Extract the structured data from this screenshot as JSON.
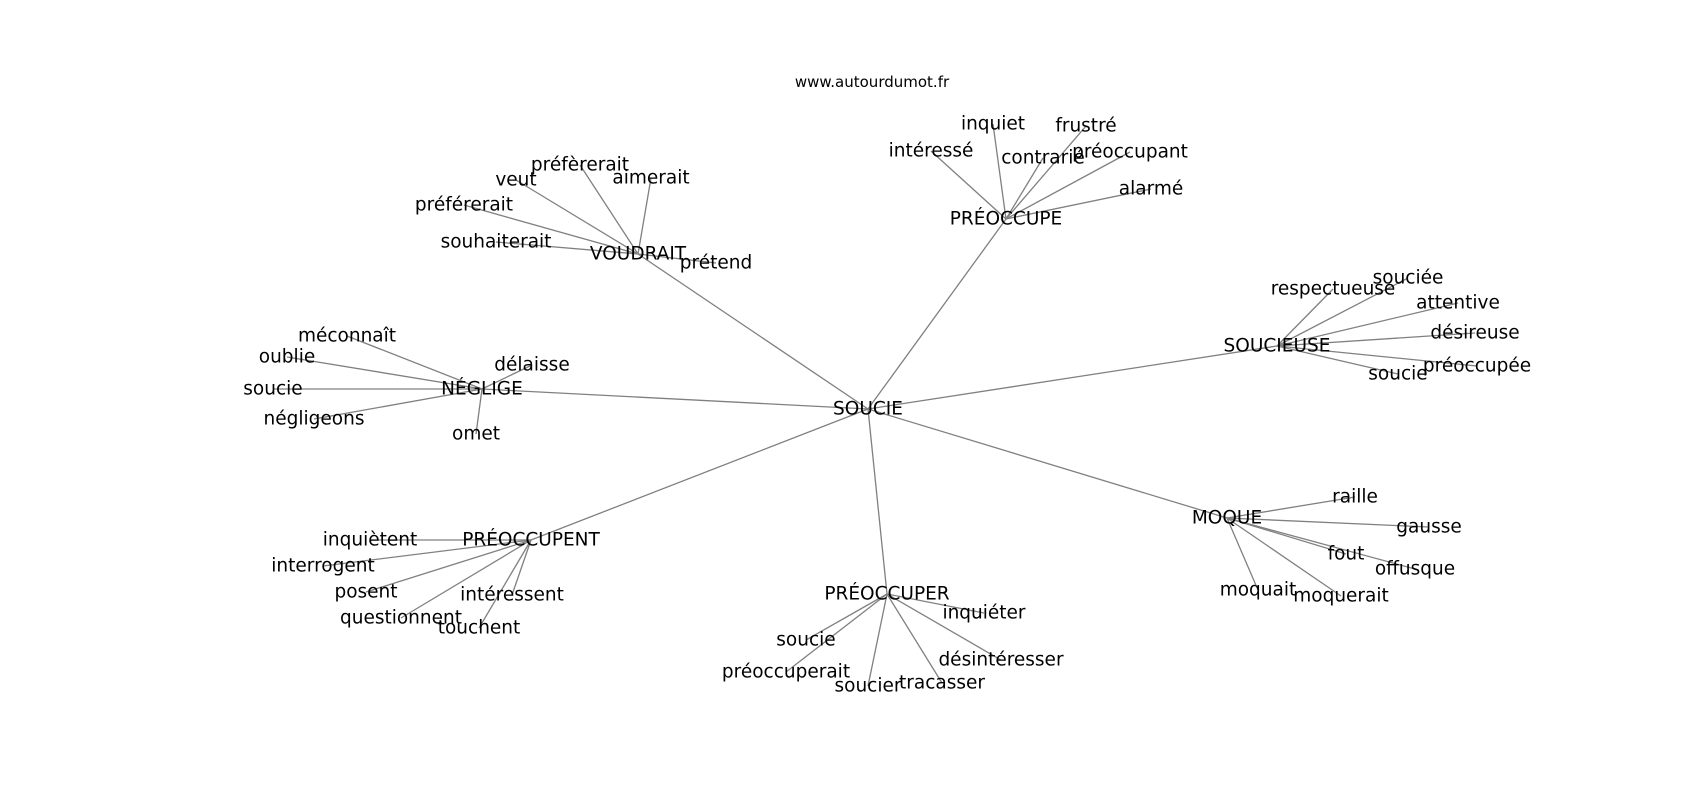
{
  "site": "www.autourdumot.fr",
  "graph": {
    "center": "SOUCIE",
    "hubs": [
      {
        "label": "VOUDRAIT",
        "leaves": [
          "préfèrerait",
          "veut",
          "aimerait",
          "préférerait",
          "souhaiterait",
          "prétend"
        ]
      },
      {
        "label": "PRÉOCCUPE",
        "leaves": [
          "inquiet",
          "frustré",
          "intéressé",
          "contrarié",
          "préoccupant",
          "alarmé"
        ]
      },
      {
        "label": "SOUCIEUSE",
        "leaves": [
          "souciée",
          "respectueuse",
          "attentive",
          "désireuse",
          "préoccupée",
          "soucie"
        ]
      },
      {
        "label": "NÉGLIGE",
        "leaves": [
          "méconnaît",
          "oublie",
          "délaisse",
          "soucie",
          "négligeons",
          "omet"
        ]
      },
      {
        "label": "MOQUE",
        "leaves": [
          "raille",
          "gausse",
          "fout",
          "offusque",
          "moquait",
          "moquerait"
        ]
      },
      {
        "label": "PRÉOCCUPENT",
        "leaves": [
          "inquiètent",
          "interrogent",
          "posent",
          "intéressent",
          "questionnent",
          "touchent"
        ]
      },
      {
        "label": "PRÉOCCUPER",
        "leaves": [
          "inquiéter",
          "soucie",
          "désintéresser",
          "préoccuperait",
          "soucier",
          "tracasser"
        ]
      }
    ]
  }
}
